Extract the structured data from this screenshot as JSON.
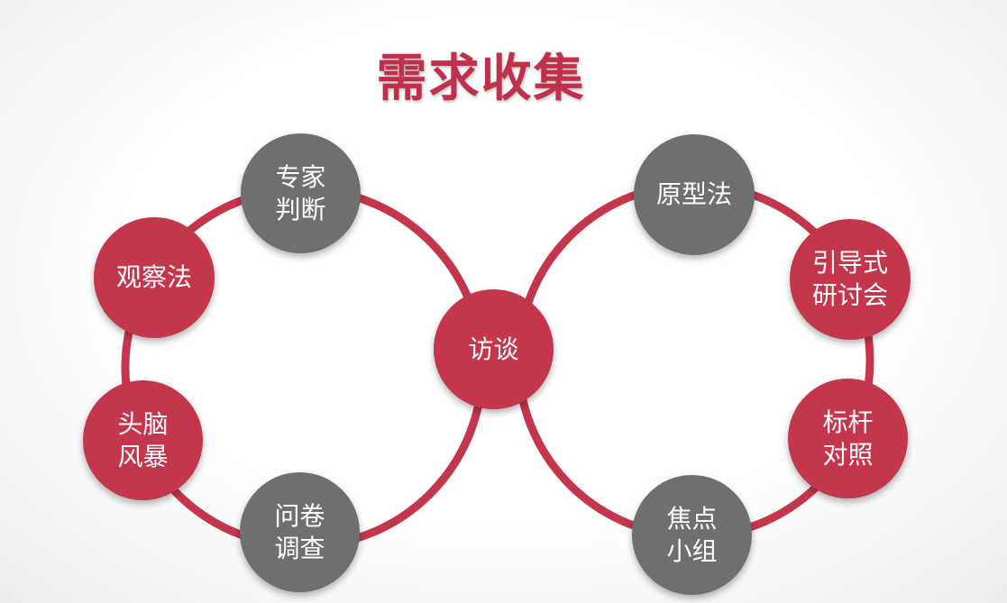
{
  "title": "需求收集",
  "colors": {
    "accent_red": "#c4364b",
    "node_gray": "#6f6f6f",
    "title_red": "#c0304a"
  },
  "nodes": {
    "center": "访谈",
    "left": {
      "expert": "专家\n判断",
      "observe": "观察法",
      "brainstorm": "头脑\n风暴",
      "survey": "问卷\n调查"
    },
    "right": {
      "prototype": "原型法",
      "workshop": "引导式\n研讨会",
      "benchmark": "标杆\n对照",
      "focus_group": "焦点\n小组"
    }
  }
}
